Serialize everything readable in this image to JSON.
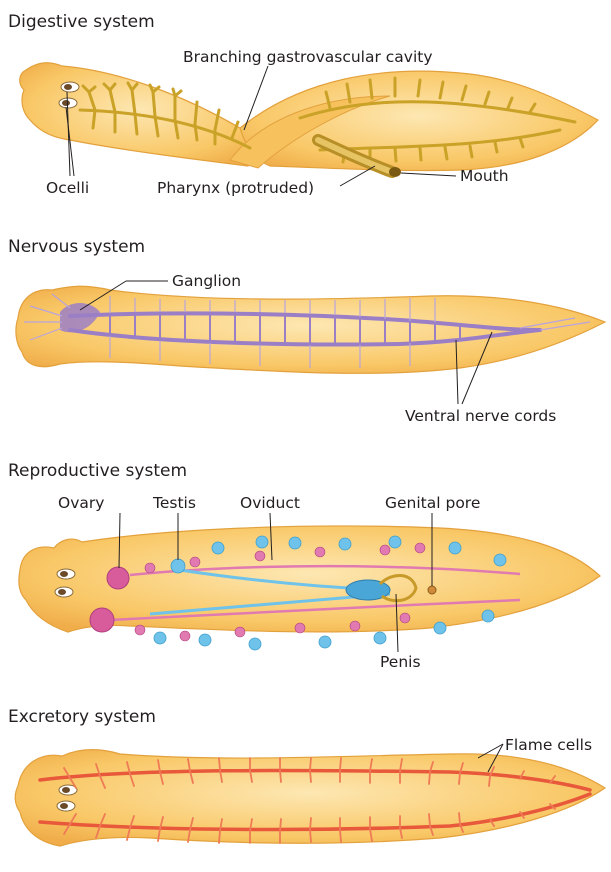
{
  "panels": [
    {
      "title": "Digestive system",
      "labels": {
        "cavity": "Branching gastrovascular cavity",
        "ocelli": "Ocelli",
        "pharynx": "Pharynx (protruded)",
        "mouth": "Mouth"
      }
    },
    {
      "title": "Nervous system",
      "labels": {
        "ganglion": "Ganglion",
        "cords": "Ventral nerve cords"
      }
    },
    {
      "title": "Reproductive system",
      "labels": {
        "ovary": "Ovary",
        "testis": "Testis",
        "oviduct": "Oviduct",
        "genital_pore": "Genital pore",
        "penis": "Penis"
      }
    },
    {
      "title": "Excretory system",
      "labels": {
        "flame_cells": "Flame cells"
      }
    }
  ],
  "colors": {
    "body_fill": "#f9c867",
    "body_outline": "#e3a13c",
    "digestive": "#c9a227",
    "nerve": "#9b7fc6",
    "reproductive_female": "#e07ab0",
    "reproductive_male": "#6fc3ea",
    "excretory": "#e8583a"
  }
}
